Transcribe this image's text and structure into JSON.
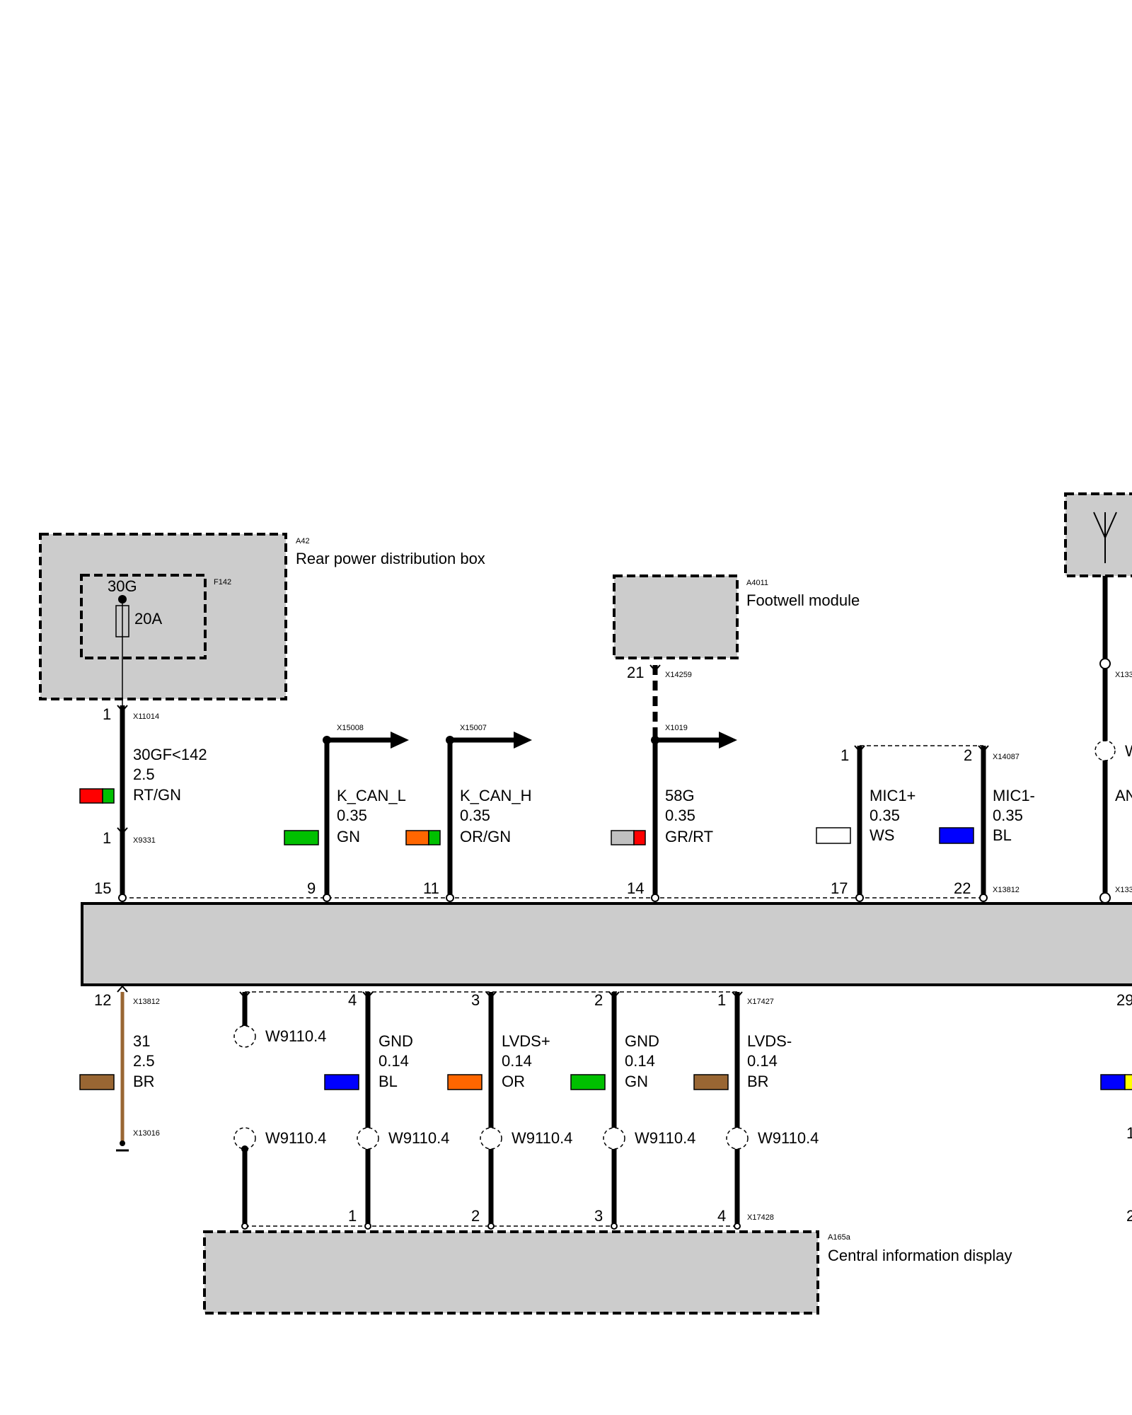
{
  "components": {
    "rear_power_box": {
      "ref": "A42",
      "name": "Rear power distribution box"
    },
    "fuse": {
      "ref": "F142",
      "terminal": "30G",
      "rating": "20A"
    },
    "footwell_module": {
      "ref": "A4011",
      "name": "Footwell module"
    },
    "cid": {
      "ref": "A165a",
      "name": "Central information display"
    }
  },
  "connectors": {
    "x11014": "X11014",
    "x9331": "X9331",
    "x15008": "X15008",
    "x15007": "X15007",
    "x14259": "X14259",
    "x1019": "X1019",
    "x14087": "X14087",
    "x13812_top": "X13812",
    "x13812_bot": "X13812",
    "x13016": "X13016",
    "x17427": "X17427",
    "x17428": "X17428",
    "x133_a": "X133",
    "x133_b": "X133"
  },
  "wires_top": [
    {
      "id": "power",
      "signal": "30GF<142",
      "size": "2.5",
      "color_code": "RT/GN",
      "pin_a": "1",
      "pin_b": "1",
      "pin_module": "15",
      "colors": [
        "#ff0000",
        "#00c000"
      ]
    },
    {
      "id": "kcanl",
      "signal": "K_CAN_L",
      "size": "0.35",
      "color_code": "GN",
      "pin_module": "9",
      "colors": [
        "#00c000"
      ]
    },
    {
      "id": "kcanh",
      "signal": "K_CAN_H",
      "size": "0.35",
      "color_code": "OR/GN",
      "pin_module": "11",
      "colors": [
        "#ff6600",
        "#00c000"
      ]
    },
    {
      "id": "58g",
      "signal": "58G",
      "size": "0.35",
      "color_code": "GR/RT",
      "pin_a": "21",
      "pin_module": "14",
      "colors": [
        "#c0c0c0",
        "#ff0000"
      ]
    },
    {
      "id": "mic1p",
      "signal": "MIC1+",
      "size": "0.35",
      "color_code": "WS",
      "pin_a": "1",
      "pin_module": "17",
      "colors": [
        "#ffffff"
      ]
    },
    {
      "id": "mic1m",
      "signal": "MIC1-",
      "size": "0.35",
      "color_code": "BL",
      "pin_a": "2",
      "pin_module": "22",
      "colors": [
        "#0000ff"
      ]
    }
  ],
  "wires_bottom": [
    {
      "id": "gnd31",
      "signal": "31",
      "size": "2.5",
      "color_code": "BR",
      "pin_module": "12",
      "colors": [
        "#996633"
      ]
    },
    {
      "id": "gnd1",
      "signal": "GND",
      "size": "0.14",
      "color_code": "BL",
      "pin_module": "4",
      "pin_cid": "1",
      "colors": [
        "#0000ff"
      ]
    },
    {
      "id": "lvdsp",
      "signal": "LVDS+",
      "size": "0.14",
      "color_code": "OR",
      "pin_module": "3",
      "pin_cid": "2",
      "colors": [
        "#ff6600"
      ]
    },
    {
      "id": "gnd2",
      "signal": "GND",
      "size": "0.14",
      "color_code": "GN",
      "pin_module": "2",
      "pin_cid": "3",
      "colors": [
        "#00c000"
      ]
    },
    {
      "id": "lvdsm",
      "signal": "LVDS-",
      "size": "0.14",
      "color_code": "BR",
      "pin_module": "1",
      "pin_cid": "4",
      "colors": [
        "#996633"
      ]
    }
  ],
  "shields": {
    "w1": "W9110.4",
    "w2": "W9110.4",
    "w3": "W9110.4",
    "w4": "W9110.4",
    "w5": "W9110.4",
    "w6": "W9110.4"
  },
  "cut_off": {
    "top_right_w": "W",
    "top_right_signal": "AN",
    "bottom_right_pin": "29",
    "bottom_right_pin2": "1",
    "bottom_right_pin3": "2",
    "right_swatch_colors": [
      "#0000ff",
      "#ffff00"
    ]
  }
}
